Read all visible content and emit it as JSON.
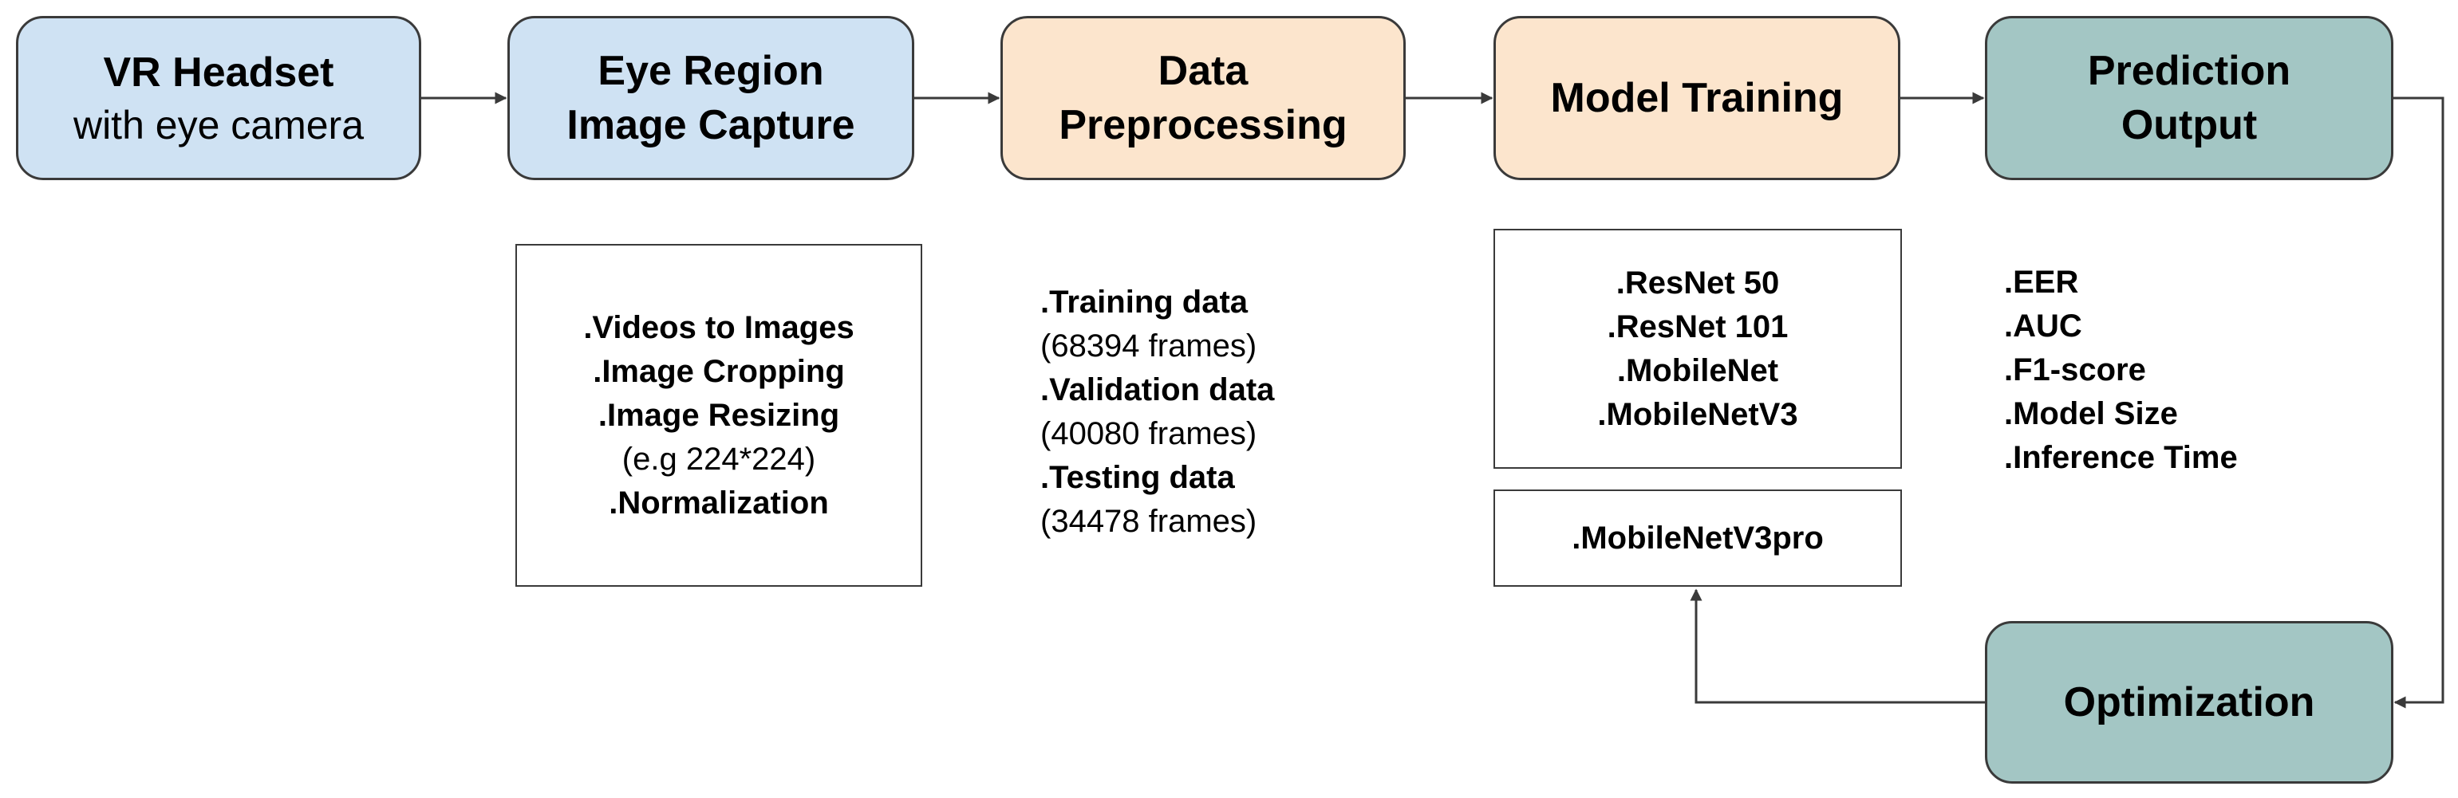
{
  "nodes": {
    "vr_headset": {
      "title": "VR Headset",
      "subtitle": "with eye camera"
    },
    "eye_capture": {
      "line1": "Eye Region",
      "line2": "Image Capture"
    },
    "preprocessing": {
      "line1": "Data",
      "line2": "Preprocessing"
    },
    "model_training": {
      "title": "Model Training"
    },
    "prediction_output": {
      "line1": "Prediction",
      "line2": "Output"
    },
    "optimization": {
      "title": "Optimization"
    }
  },
  "eye_capture_steps": [
    {
      "text": ".Videos to Images",
      "bold": true
    },
    {
      "text": ".Image Cropping",
      "bold": true
    },
    {
      "text": ".Image Resizing",
      "bold": true
    },
    {
      "text": "(e.g 224*224)",
      "bold": false
    },
    {
      "text": ".Normalization",
      "bold": true
    }
  ],
  "datasets": [
    {
      "label": ".Training data",
      "frames": "(68394 frames)"
    },
    {
      "label": ".Validation data",
      "frames": "(40080 frames)"
    },
    {
      "label": ".Testing data",
      "frames": "(34478 frames)"
    }
  ],
  "models": [
    ".ResNet 50",
    ".ResNet 101",
    ".MobileNet",
    ".MobileNetV3"
  ],
  "optimized_model": ".MobileNetV3pro",
  "metrics": [
    ".EER",
    ".AUC",
    ".F1-score",
    ".Model Size",
    ".Inference Time"
  ],
  "colors": {
    "capture_fill": "#cfe2f3",
    "processing_fill": "#fce5cd",
    "output_fill": "#a3c6c4",
    "stroke": "#3a3a3a"
  }
}
